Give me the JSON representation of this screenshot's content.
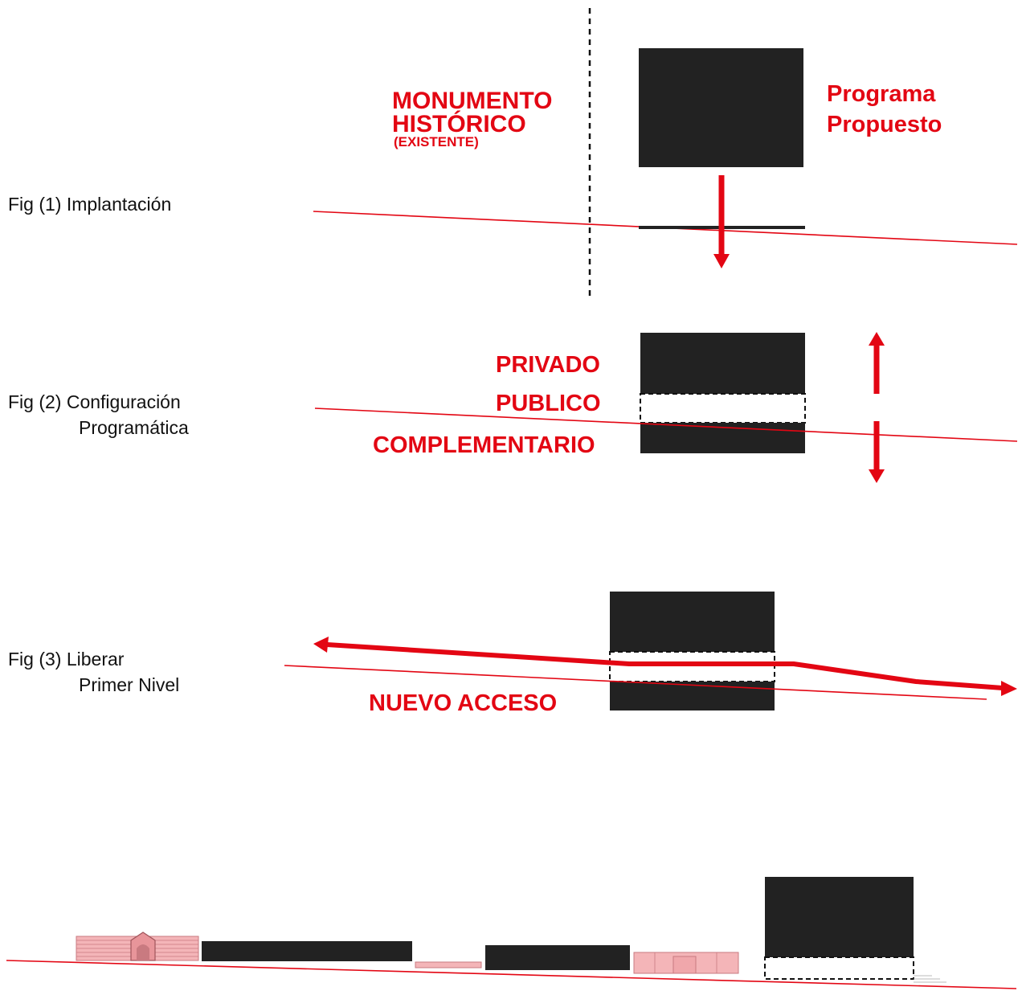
{
  "colors": {
    "accent_red": "#e30613",
    "mass_black": "#222222",
    "heritage_pink": "#f4b5b8",
    "heritage_pink_stroke": "#c97a80",
    "text_dark": "#111111"
  },
  "fig1": {
    "caption": "Fig (1) Implantación",
    "monument_line1": "MONUMENTO",
    "monument_line2": "HISTÓRICO",
    "monument_line3": "(EXISTENTE)",
    "program_line1": "Programa",
    "program_line2": "Propuesto"
  },
  "fig2": {
    "caption_line1": "Fig (2) Configuración",
    "caption_line2": "Programática",
    "label_private": "PRIVADO",
    "label_public": "PUBLICO",
    "label_complementary": "COMPLEMENTARIO"
  },
  "fig3": {
    "caption_line1": "Fig (3) Liberar",
    "caption_line2": "Primer Nivel",
    "label_access": "NUEVO ACCESO"
  }
}
